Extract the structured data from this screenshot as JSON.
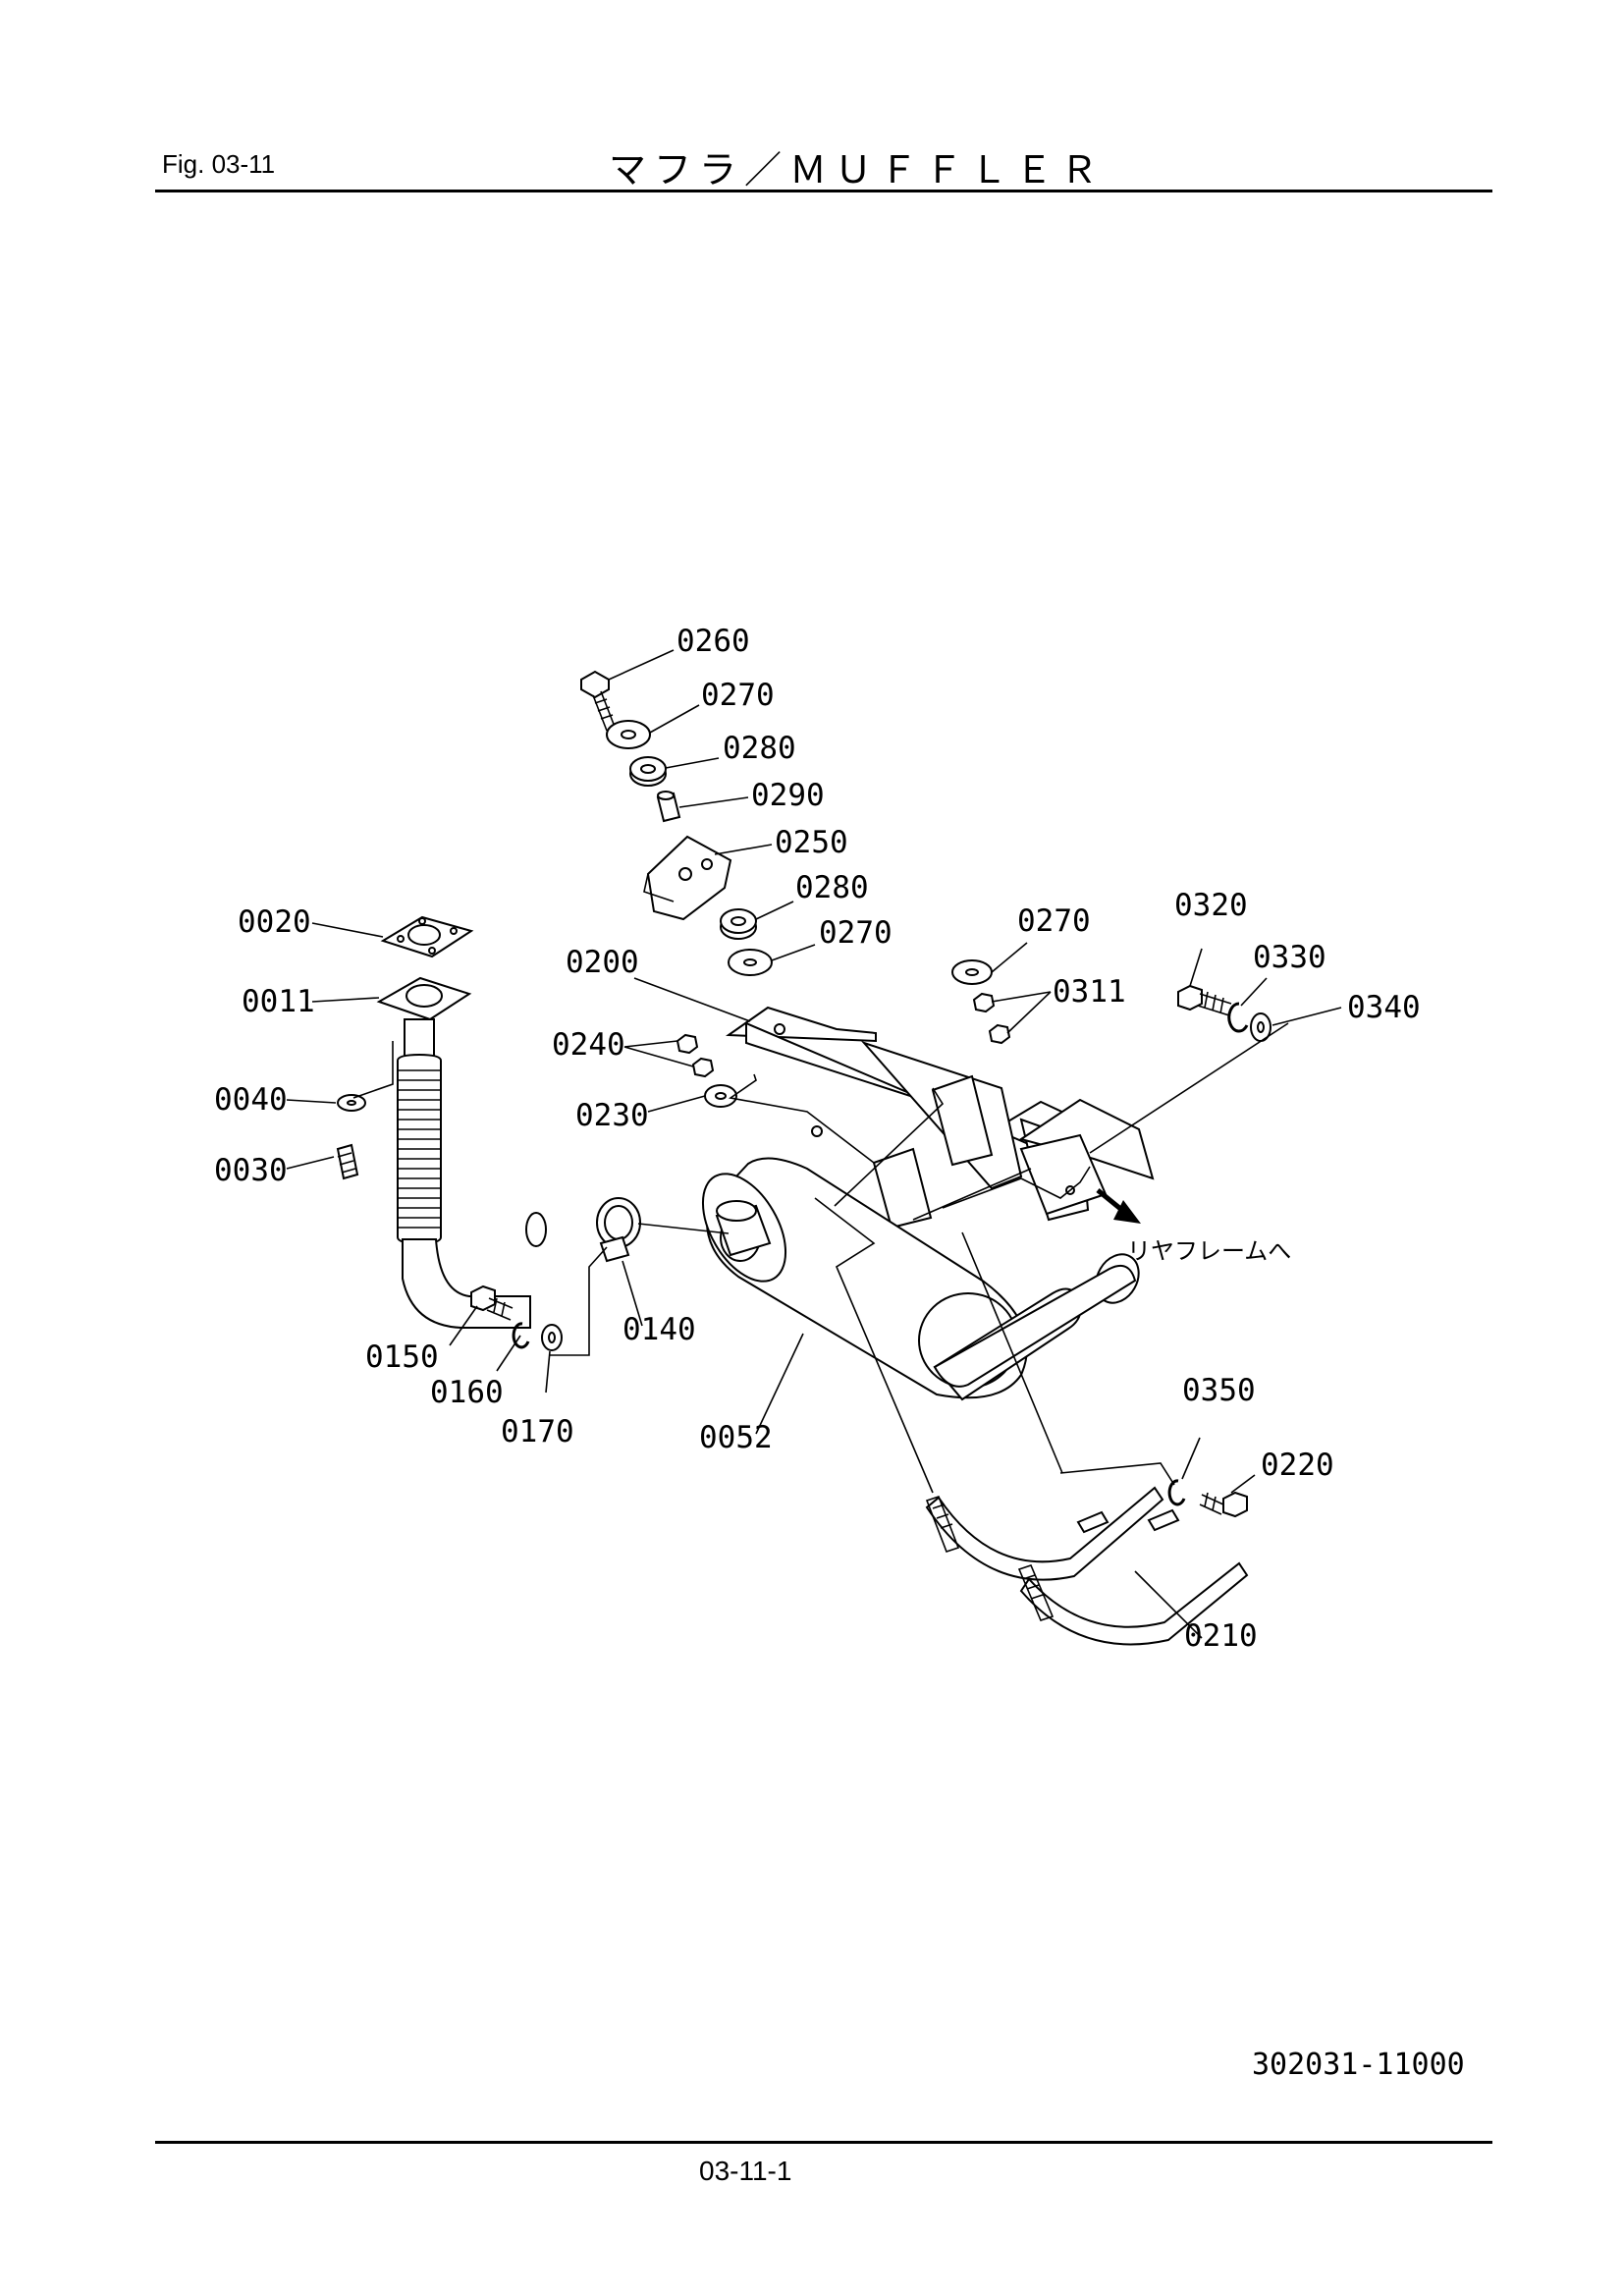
{
  "header": {
    "figure": "Fig.  03-11",
    "title": "マフラ／ＭＵＦＦＬＥＲ"
  },
  "diagram": {
    "part_labels": [
      "0260",
      "0270",
      "0280",
      "0290",
      "0250",
      "0280",
      "0270",
      "0270",
      "0320",
      "0330",
      "0340",
      "0311",
      "0200",
      "0240",
      "0230",
      "0020",
      "0011",
      "0040",
      "0030",
      "0140",
      "0150",
      "0160",
      "0170",
      "0052",
      "0350",
      "0220",
      "0210"
    ],
    "direction_note": "リヤフレームへ"
  },
  "footer": {
    "doc_number": "302031-11000",
    "page": "03-11-1"
  }
}
